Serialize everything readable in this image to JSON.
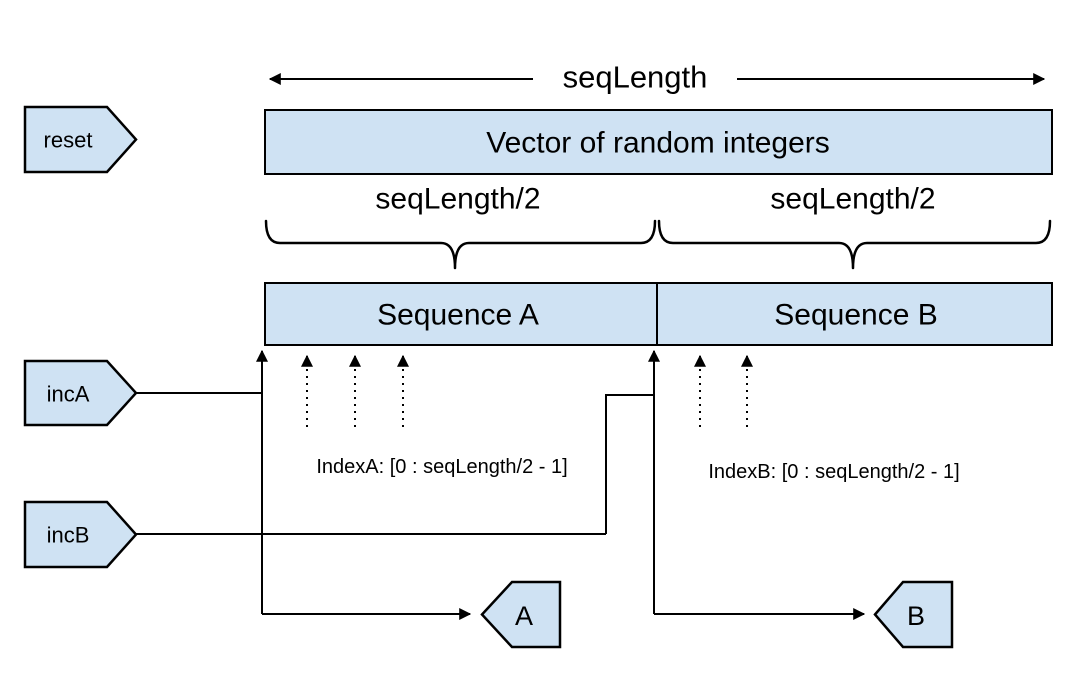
{
  "colors": {
    "shape_fill": "#cfe2f3",
    "stroke": "#000000",
    "text": "#000000",
    "background": "#ffffff"
  },
  "labels": {
    "seq_length": "seqLength",
    "vector": "Vector of random integers",
    "half_a": "seqLength/2",
    "half_b": "seqLength/2",
    "sequence_a": "Sequence A",
    "sequence_b": "Sequence B",
    "index_a": "IndexA: [0 : seqLength/2 - 1]",
    "index_b": "IndexB: [0 : seqLength/2 - 1]"
  },
  "inputs": {
    "reset": "reset",
    "inc_a": "incA",
    "inc_b": "incB"
  },
  "outputs": {
    "a": "A",
    "b": "B"
  }
}
